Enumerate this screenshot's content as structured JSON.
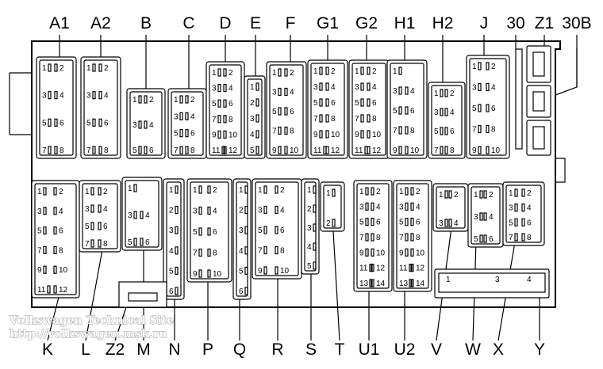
{
  "top_labels": [
    "A1",
    "A2",
    "B",
    "C",
    "D",
    "E",
    "F",
    "G1",
    "G2",
    "H1",
    "H2",
    "J",
    "30",
    "Z1",
    "30B"
  ],
  "bottom_labels": [
    "K",
    "L",
    "Z2",
    "M",
    "N",
    "P",
    "Q",
    "R",
    "S",
    "T",
    "U1",
    "U2",
    "V",
    "W",
    "X",
    "Y"
  ],
  "watermark": {
    "line1": "Volkswagen Technical Site",
    "line2": "http://volkswagen.msk.ru"
  },
  "strip_numbers": [
    "1",
    "3",
    "4"
  ],
  "relays": [
    "A1",
    "A2",
    "B",
    "C",
    "D",
    "E",
    "F",
    "G1",
    "G2",
    "H1",
    "H2",
    "J",
    "K",
    "L",
    "M",
    "N",
    "P",
    "Q",
    "R",
    "S",
    "T",
    "U1",
    "U2",
    "V",
    "W",
    "X"
  ],
  "pins": {
    "A1": [
      "1",
      "2",
      "3",
      "4",
      "5",
      "6",
      "7",
      "8"
    ],
    "A2": [
      "1",
      "2",
      "3",
      "4",
      "5",
      "6",
      "7",
      "8"
    ],
    "B": [
      "1",
      "2",
      "3",
      "4",
      "5",
      "6"
    ],
    "C": [
      "1",
      "2",
      "3",
      "4",
      "5",
      "6",
      "7",
      "8"
    ],
    "D": [
      "1",
      "2",
      "3",
      "4",
      "5",
      "6",
      "7",
      "8",
      "9",
      "10",
      "11",
      "12"
    ],
    "E": [
      "1",
      "2",
      "3",
      "4",
      "5"
    ],
    "F": [
      "1",
      "2",
      "3",
      "4",
      "5",
      "6",
      "7",
      "8",
      "9",
      "10"
    ],
    "G1": [
      "1",
      "2",
      "3",
      "4",
      "5",
      "6",
      "7",
      "8",
      "9",
      "10",
      "11",
      "12"
    ],
    "G2": [
      "1",
      "2",
      "3",
      "4",
      "5",
      "6",
      "7",
      "8",
      "9",
      "10",
      "11",
      "12"
    ],
    "H1": [
      "1",
      "3",
      "4",
      "5",
      "6",
      "7",
      "8",
      "9",
      "10"
    ],
    "H2": [
      "1",
      "2",
      "3",
      "4",
      "5",
      "6",
      "7",
      "8"
    ],
    "J": [
      "1",
      "2",
      "3",
      "4",
      "5",
      "6",
      "7",
      "8",
      "9",
      "10"
    ],
    "K": [
      "1",
      "2",
      "3",
      "4",
      "5",
      "6",
      "7",
      "8",
      "9",
      "10",
      "11",
      "12"
    ],
    "L": [
      "1",
      "2",
      "3",
      "4",
      "5",
      "6",
      "7",
      "8"
    ],
    "M": [
      "1",
      "3",
      "4",
      "5",
      "6"
    ],
    "N": [
      "1",
      "2",
      "3",
      "4",
      "5",
      "6"
    ],
    "P": [
      "1",
      "2",
      "3",
      "4",
      "5",
      "6",
      "7",
      "8",
      "9",
      "10"
    ],
    "Q": [
      "1",
      "2",
      "3",
      "4",
      "5",
      "6"
    ],
    "R": [
      "1",
      "2",
      "3",
      "4",
      "5",
      "6",
      "7",
      "8",
      "9",
      "10"
    ],
    "S": [
      "1",
      "2",
      "3",
      "4",
      "5"
    ],
    "T": [
      "1",
      "2"
    ],
    "U1": [
      "1",
      "2",
      "3",
      "4",
      "5",
      "6",
      "7",
      "8",
      "9",
      "10",
      "11",
      "12",
      "13",
      "14"
    ],
    "U2": [
      "1",
      "2",
      "3",
      "4",
      "5",
      "6",
      "7",
      "8",
      "9",
      "10",
      "11",
      "12",
      "13",
      "14"
    ],
    "V": [
      "1",
      "2",
      "3",
      "4"
    ],
    "W": [
      "1",
      "2",
      "3",
      "4",
      "5",
      "6"
    ],
    "X": [
      "1",
      "2",
      "3",
      "4",
      "5",
      "6",
      "7",
      "8"
    ]
  }
}
